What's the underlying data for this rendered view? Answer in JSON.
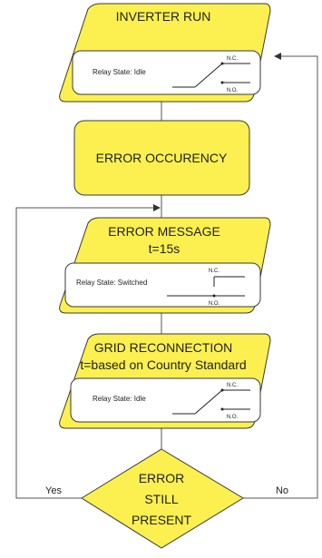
{
  "diagram": {
    "steps": [
      {
        "title": "INVERTER RUN",
        "relay_state": "Relay State: Idle",
        "nc": "N.C.",
        "no": "N.O."
      },
      {
        "title": "ERROR OCCURENCY"
      },
      {
        "title": "ERROR MESSAGE",
        "subtitle": "t=15s",
        "relay_state": "Relay State: Switched",
        "nc": "N.C.",
        "no": "N.O."
      },
      {
        "title": "GRID RECONNECTION",
        "subtitle": "t=based on Country Standard",
        "relay_state": "Relay State: Idle",
        "nc": "N.C.",
        "no": "N.O."
      }
    ],
    "decision": {
      "line1": "ERROR",
      "line2": "STILL",
      "line3": "PRESENT",
      "yes": "Yes",
      "no": "No"
    },
    "colors": {
      "box_fill": "#fbf050",
      "stroke": "#3a3a3a"
    }
  }
}
